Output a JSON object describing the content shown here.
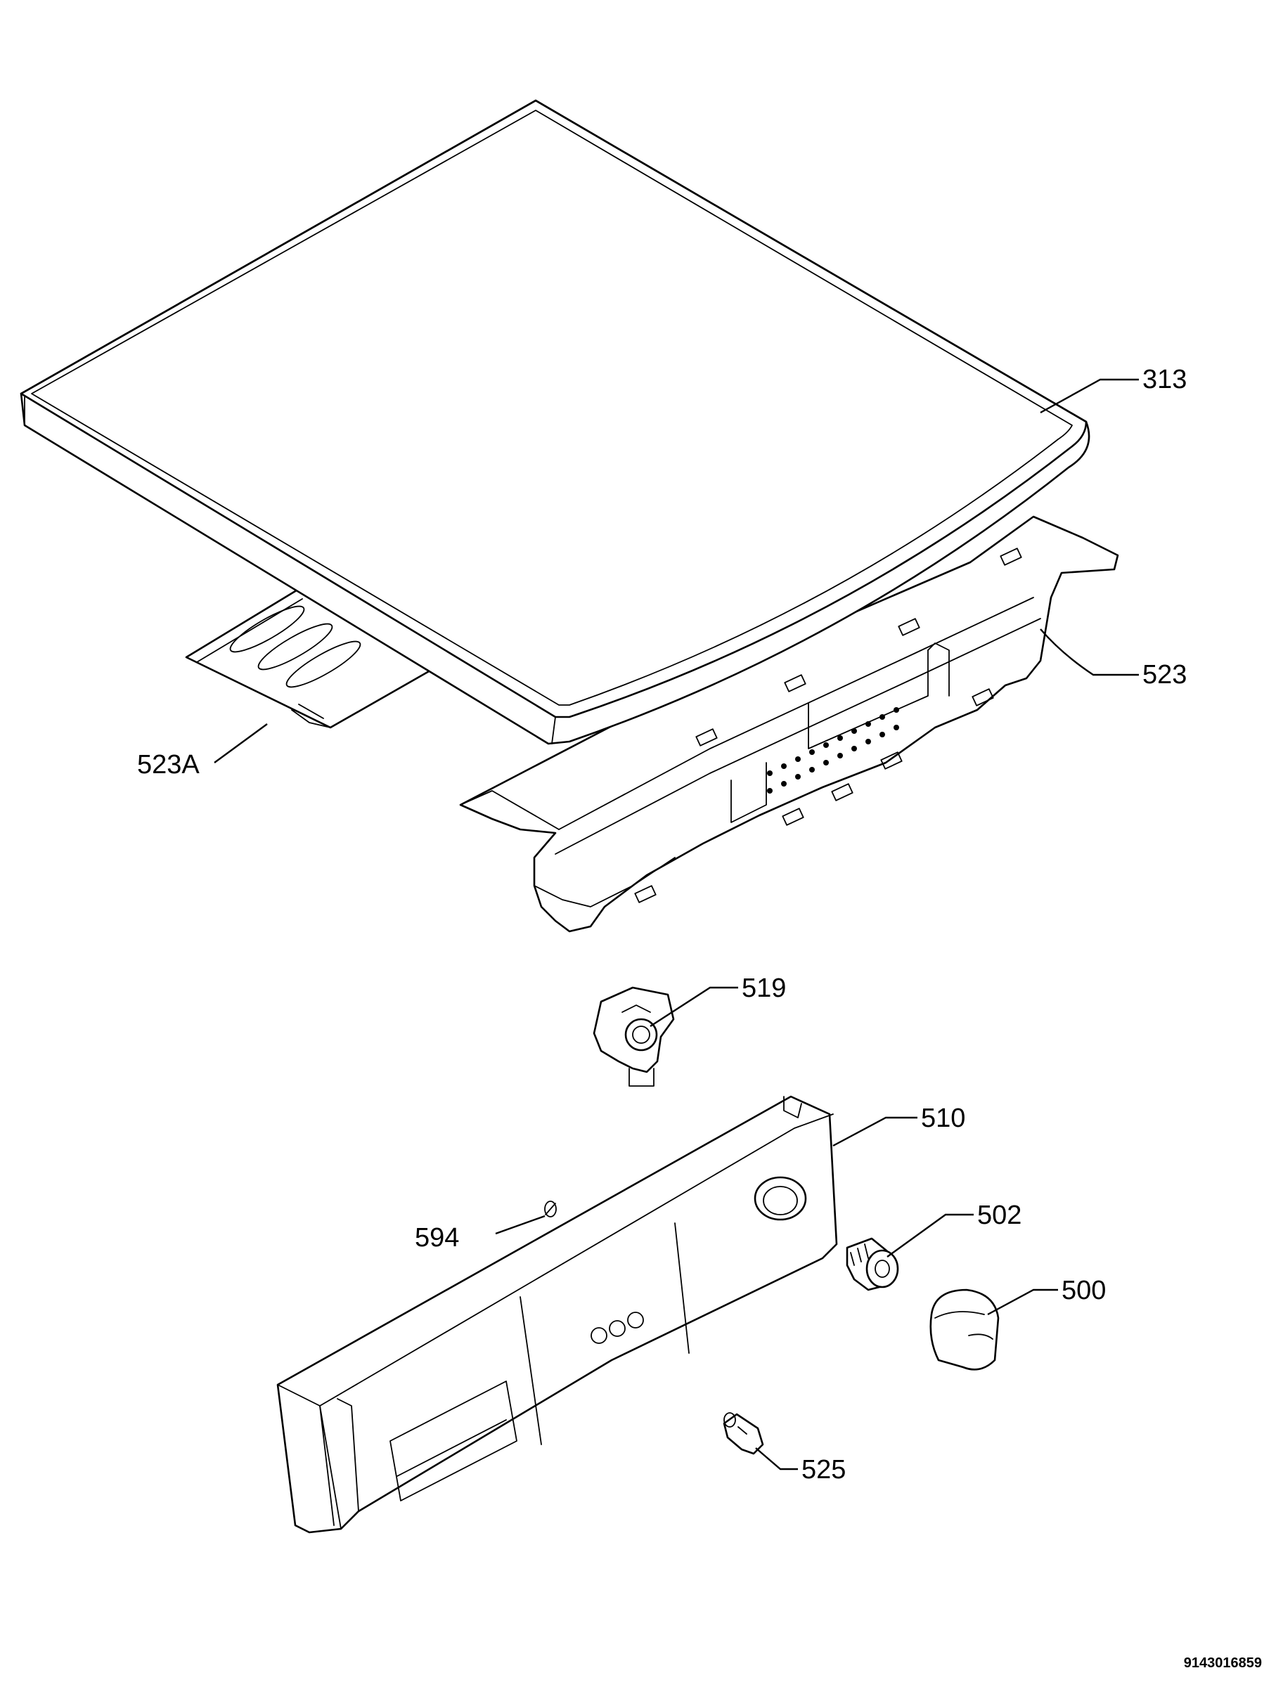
{
  "callouts": {
    "p313": "313",
    "p523": "523",
    "p523A": "523A",
    "p519": "519",
    "p510": "510",
    "p594": "594",
    "p502": "502",
    "p500": "500",
    "p525": "525"
  },
  "document_number": "9143016859"
}
